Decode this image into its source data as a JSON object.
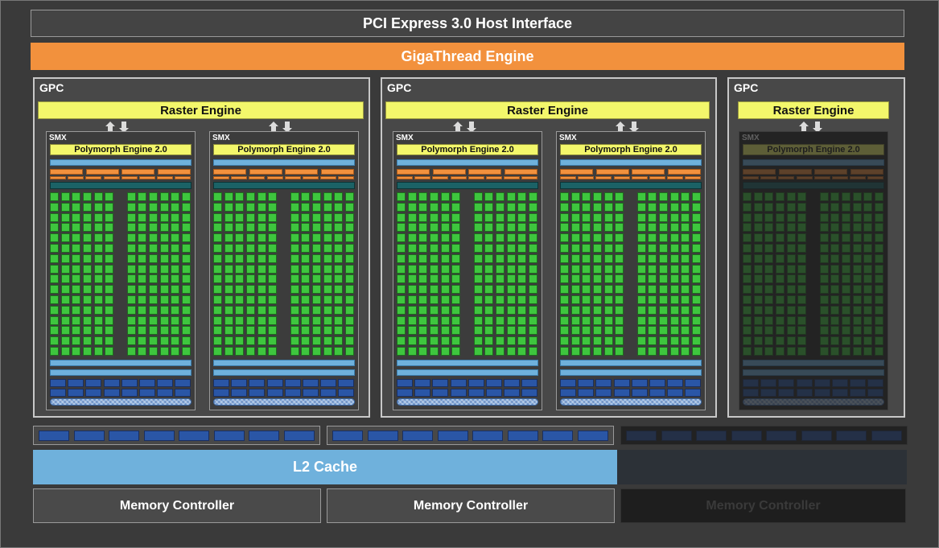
{
  "host_interface": "PCI Express 3.0 Host Interface",
  "giga_thread": "GigaThread Engine",
  "gpcs": [
    {
      "title": "GPC",
      "raster": "Raster Engine",
      "smx": [
        {
          "title": "SMX",
          "poly": "Polymorph Engine 2.0"
        },
        {
          "title": "SMX",
          "poly": "Polymorph Engine 2.0"
        }
      ]
    },
    {
      "title": "GPC",
      "raster": "Raster Engine",
      "smx": [
        {
          "title": "SMX",
          "poly": "Polymorph Engine 2.0"
        },
        {
          "title": "SMX",
          "poly": "Polymorph Engine 2.0"
        }
      ]
    },
    {
      "title": "GPC",
      "raster": "Raster Engine",
      "smx": [
        {
          "title": "SMX",
          "poly": "Polymorph Engine 2.0"
        }
      ]
    }
  ],
  "l2_cache": "L2 Cache",
  "memory_controllers": [
    "Memory Controller",
    "Memory Controller",
    "Memory Controller"
  ],
  "colors": {
    "orange": "#f2913d",
    "yellow": "#f3f76b",
    "core_green": "#3ec63e",
    "light_blue": "#6fb1dc",
    "dark_blue": "#2a56a6",
    "teal": "#1b6266"
  }
}
